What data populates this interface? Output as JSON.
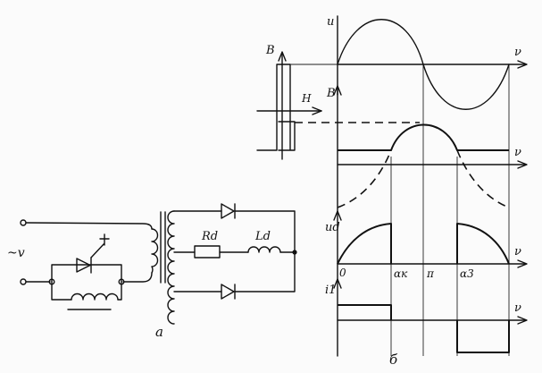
{
  "circuit": {
    "source_label": "~v",
    "resistor_label": "Rd",
    "inductor_label": "Ld",
    "caption": "а"
  },
  "bh_loop": {
    "b_label": "B",
    "h_label": "H"
  },
  "waveforms": {
    "caption": "б",
    "axis_labels": {
      "u": "u",
      "b": "B",
      "ud": "ud",
      "i1": "i1",
      "theta": "ν"
    },
    "tick_labels": [
      "0",
      "αк",
      "π",
      "α3"
    ]
  }
}
